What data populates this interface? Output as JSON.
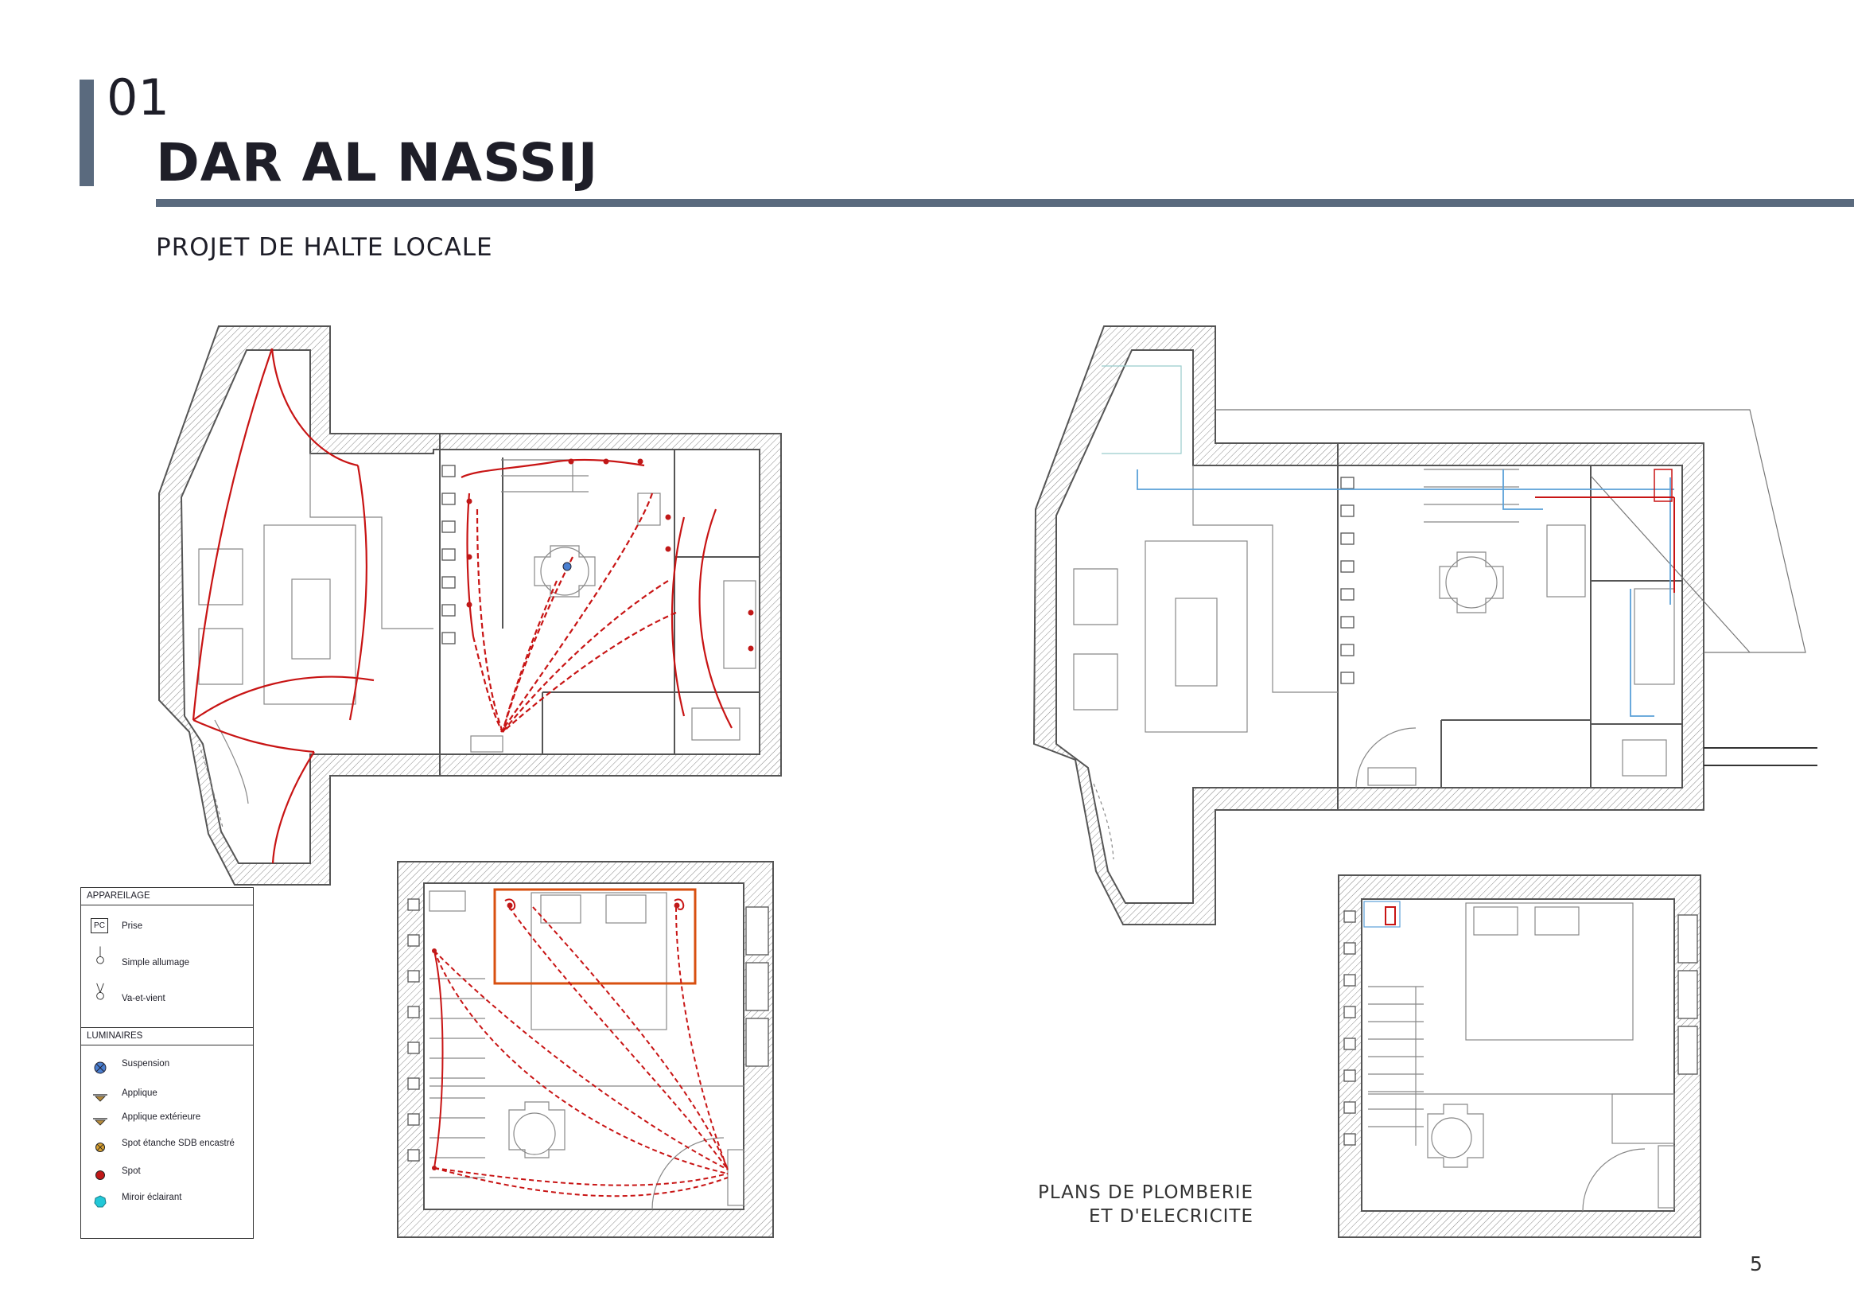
{
  "header": {
    "section_number": "01",
    "project_title": "DAR AL NASSIJ",
    "subtitle": "PROJET DE HALTE LOCALE"
  },
  "caption": {
    "line1": "PLANS DE PLOMBERIE",
    "line2": "ET D'ELECRICITE"
  },
  "page_number": "5",
  "legend": {
    "appareilage_title": "APPAREILAGE",
    "appareilage": [
      {
        "label": "Prise",
        "icon": "socket-icon",
        "symbol_text": "PC"
      },
      {
        "label": "Simple allumage",
        "icon": "single-switch-icon"
      },
      {
        "label": "Va-et-vient",
        "icon": "two-way-switch-icon"
      }
    ],
    "luminaires_title": "LUMINAIRES",
    "luminaires": [
      {
        "label": "Suspension",
        "icon": "pendant-light-icon",
        "color": "#4a7fd0"
      },
      {
        "label": "Applique",
        "icon": "wall-light-icon",
        "color": "#b58a3a"
      },
      {
        "label": "Applique extérieure",
        "icon": "outdoor-wall-light-icon",
        "color": "#b58a3a"
      },
      {
        "label": "Spot étanche SDB encastré",
        "icon": "bathroom-spot-icon",
        "color": "#d8a030"
      },
      {
        "label": "Spot",
        "icon": "spot-icon",
        "color": "#c01818"
      },
      {
        "label": "Miroir éclairant",
        "icon": "lit-mirror-icon",
        "color": "#22c8d8"
      }
    ]
  },
  "colors": {
    "accent": "#5a6a7e",
    "wiring": "#c81414",
    "plumbing": "#5aa0d8",
    "walls": "#555555"
  }
}
